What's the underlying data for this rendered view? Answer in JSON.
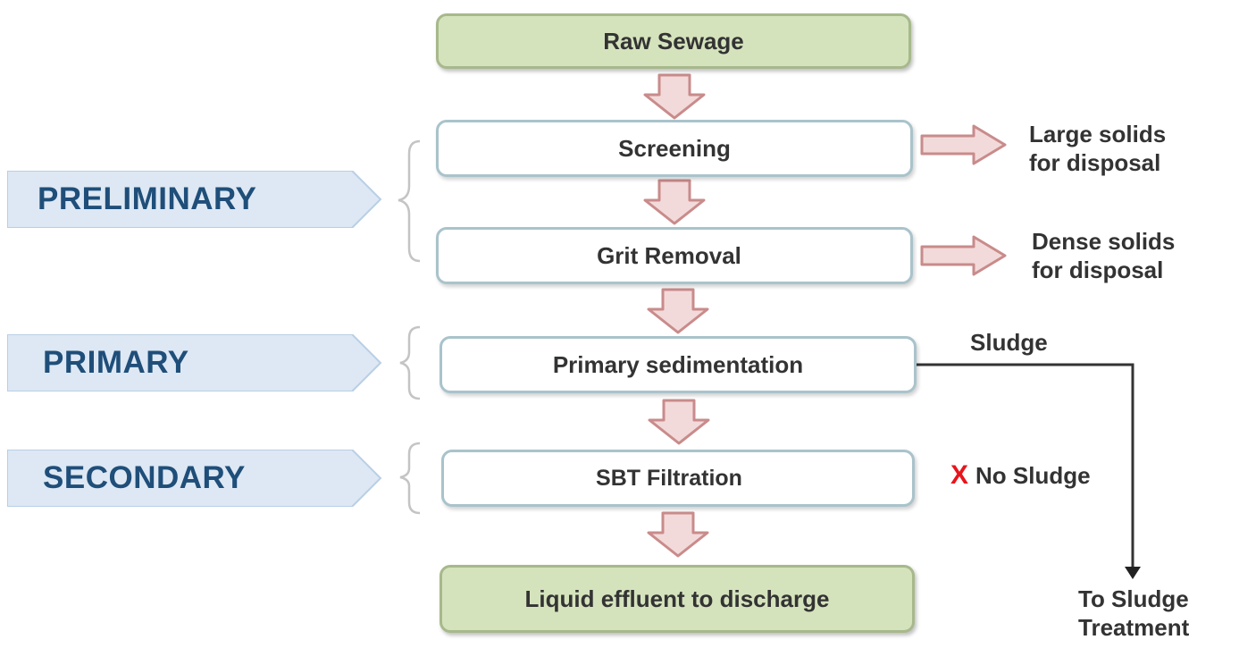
{
  "boxes": {
    "raw_sewage": "Raw Sewage",
    "screening": "Screening",
    "grit_removal": "Grit Removal",
    "primary_sedimentation": "Primary sedimentation",
    "sbt_filtration": "SBT Filtration",
    "liquid_effluent": "Liquid effluent to discharge"
  },
  "stages": {
    "preliminary": "PRELIMINARY",
    "primary": "PRIMARY",
    "secondary": "SECONDARY"
  },
  "outputs": {
    "large_solids_line1": "Large solids",
    "large_solids_line2": "for disposal",
    "dense_solids_line1": "Dense solids",
    "dense_solids_line2": "for disposal",
    "sludge": "Sludge",
    "no_sludge_mark": "X",
    "no_sludge": "No Sludge",
    "to_sludge_line1": "To Sludge",
    "to_sludge_line2": "Treatment"
  },
  "colors": {
    "start_end_fill": "#d5e3bd",
    "stage_fill": "#dde8f4",
    "stage_text": "#1f4e79",
    "flow_arrow_fill": "#f3dada",
    "flow_arrow_stroke": "#c98b8b",
    "no_sludge_mark": "#e8141c"
  }
}
